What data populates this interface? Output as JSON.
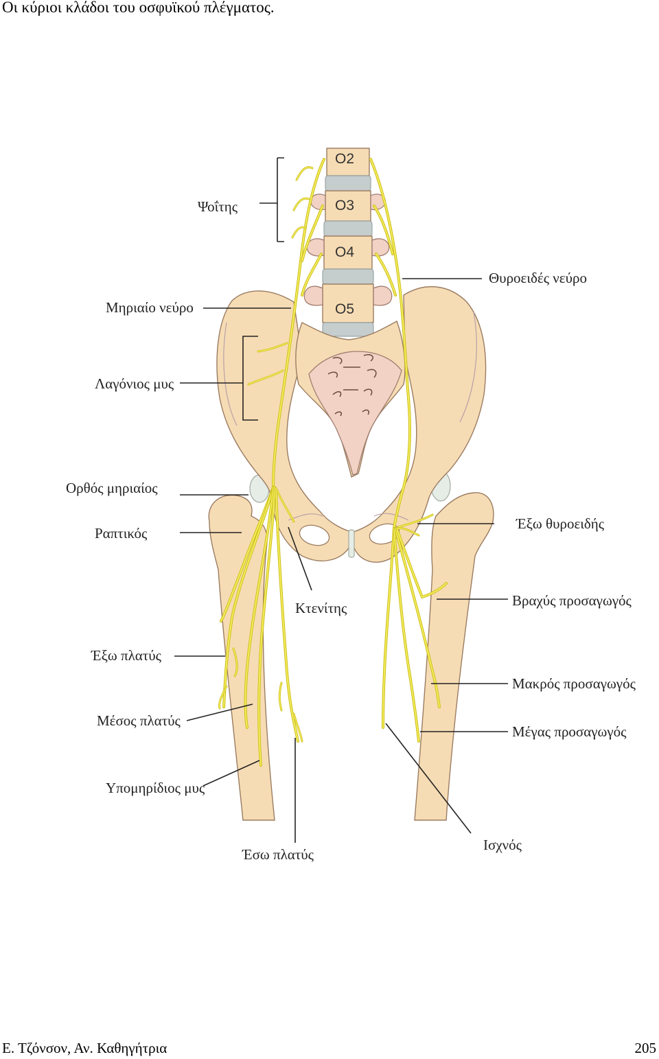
{
  "caption": "Οι κύριοι κλάδοι του οσφυϊκού πλέγματος.",
  "footer": {
    "author": "Ε. Τζόνσον, Αν. Καθηγήτρια",
    "page": "205"
  },
  "figure": {
    "vertebrae": [
      "Ο2",
      "Ο3",
      "Ο4",
      "Ο5"
    ],
    "labels_left": {
      "psoas": "Ψοΐτης",
      "femoral_nerve": "Μηριαίο νεύρο",
      "iliacus": "Λαγόνιος μυς",
      "rectus_femoris": "Ορθός μηριαίος",
      "sartorius": "Ραπτικός",
      "vastus_lateralis": "Έξω πλατύς",
      "vastus_intermedius": "Μέσος πλατύς",
      "subcrureus": "Υπομηρίδιος μυς"
    },
    "labels_center": {
      "pectineus": "Κτενίτης",
      "vastus_medialis": "Έσω πλατύς"
    },
    "labels_right": {
      "obturator_nerve": "Θυροειδές νεύρο",
      "obturator_externus": "Έξω θυροειδής",
      "adductor_brevis": "Βραχύς προσαγωγός",
      "adductor_longus": "Μακρός προσαγωγός",
      "adductor_magnus": "Μέγας προσαγωγός",
      "gracilis": "Ισχνός"
    },
    "colors": {
      "bone": "#f6dcb4",
      "sacrum": "#f2d2c4",
      "disc": "#c5cdcd",
      "nerve": "#f3ec5e"
    }
  }
}
